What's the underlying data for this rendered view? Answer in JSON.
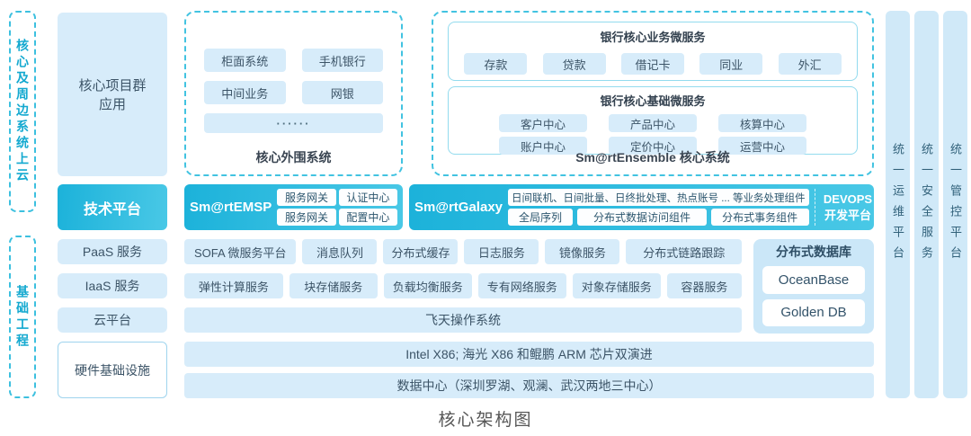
{
  "title": "核心架构图",
  "accent_color": "#2bbcdb",
  "light_fill_color": "#d7ecfa",
  "left_rails": {
    "top": "核心及周边系统上云",
    "bottom": "基础工程"
  },
  "platform_col": {
    "apps": "核心项目群\n应用",
    "tech": "技术平台",
    "paas": "PaaS 服务",
    "iaas": "IaaS 服务",
    "cloud": "云平台",
    "hardware": "硬件基础设施"
  },
  "peripheral": {
    "label": "核心外围系统",
    "items": [
      "柜面系统",
      "手机银行",
      "中间业务",
      "网银",
      "······"
    ]
  },
  "ensemble": {
    "label": "Sm@rtEnsemble 核心系统",
    "business": {
      "title": "银行核心业务微服务",
      "items": [
        "存款",
        "贷款",
        "借记卡",
        "同业",
        "外汇"
      ]
    },
    "foundation": {
      "title": "银行核心基础微服务",
      "row1": [
        "客户中心",
        "产品中心",
        "核算中心"
      ],
      "row2": [
        "账户中心",
        "定价中心",
        "运营中心"
      ]
    }
  },
  "emsp": {
    "name": "Sm@rtEMSP",
    "row1": [
      "服务网关",
      "认证中心"
    ],
    "row2": [
      "服务网关",
      "配置中心"
    ]
  },
  "galaxy": {
    "name": "Sm@rtGalaxy",
    "banner": "日间联机、日间批量、日终批处理、热点账号 ... 等业务处理组件",
    "row2": [
      "全局序列",
      "分布式数据访问组件",
      "分布式事务组件"
    ],
    "devops": "DEVOPS\n开发平台"
  },
  "paas_services": [
    "SOFA 微服务平台",
    "消息队列",
    "分布式缓存",
    "日志服务",
    "镜像服务",
    "分布式链路跟踪"
  ],
  "iaas_services": [
    "弹性计算服务",
    "块存储服务",
    "负载均衡服务",
    "专有网络服务",
    "对象存储服务",
    "容器服务"
  ],
  "cloud_os": "飞天操作系统",
  "database": {
    "title": "分布式数据库",
    "items": [
      "OceanBase",
      "Golden DB"
    ]
  },
  "infrastructure": {
    "chips": "Intel X86; 海光 X86 和鲲鹏 ARM 芯片双演进",
    "datacenter": "数据中心（深圳罗湖、观澜、武汉两地三中心）"
  },
  "right_rails": [
    "统一运维平台",
    "统一安全服务",
    "统一管控平台"
  ]
}
